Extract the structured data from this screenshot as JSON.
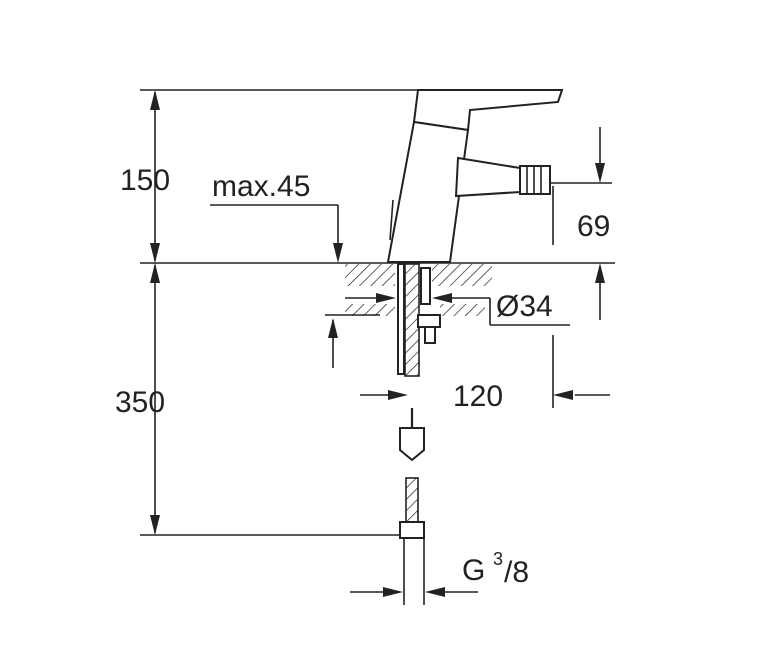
{
  "dimensions": {
    "height_top": "150",
    "max_label": "max.45",
    "spout_height": "69",
    "hole_diameter": "Ø34",
    "spout_reach": "120",
    "height_bottom": "350",
    "thread_G": "G",
    "thread_num": "3",
    "thread_den": "/8"
  }
}
